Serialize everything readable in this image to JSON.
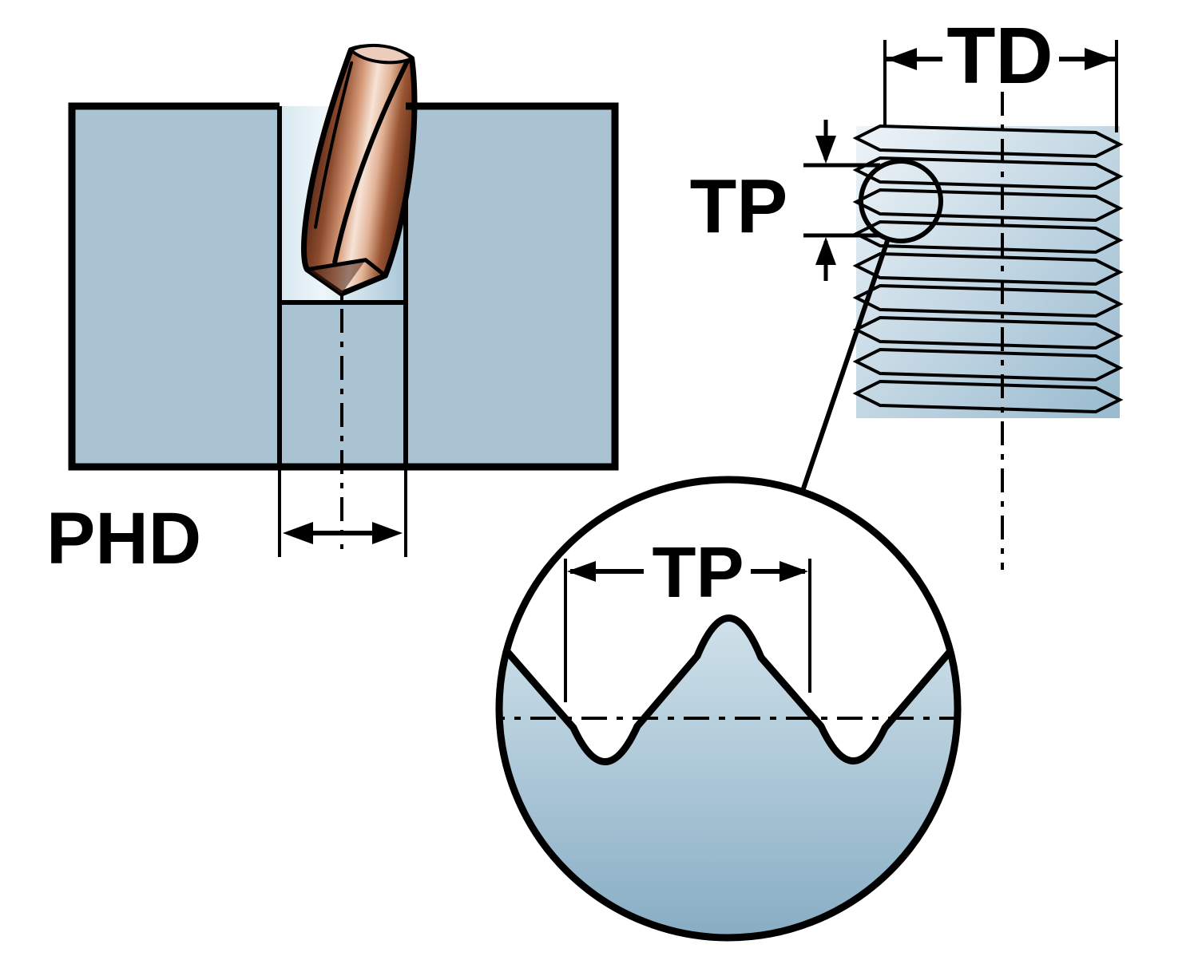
{
  "diagram": {
    "labels": {
      "pilot_hole_diameter": "PHD",
      "thread_diameter": "TD",
      "thread_pitch": "TP",
      "thread_pitch_detail": "TP"
    },
    "colors": {
      "background": "#ffffff",
      "outline": "#000000",
      "workpiece_fill": "#a9c3d3",
      "pilot_hole_highlight": "#dcebf3",
      "thread_section_light": "#edf3f7",
      "thread_section_dark": "#9bbccf",
      "detail_profile_light": "#cde0ea",
      "detail_profile_dark": "#86acc2",
      "tool_copper_dark": "#5e2d18",
      "tool_copper_light": "#f6e3d6"
    }
  }
}
